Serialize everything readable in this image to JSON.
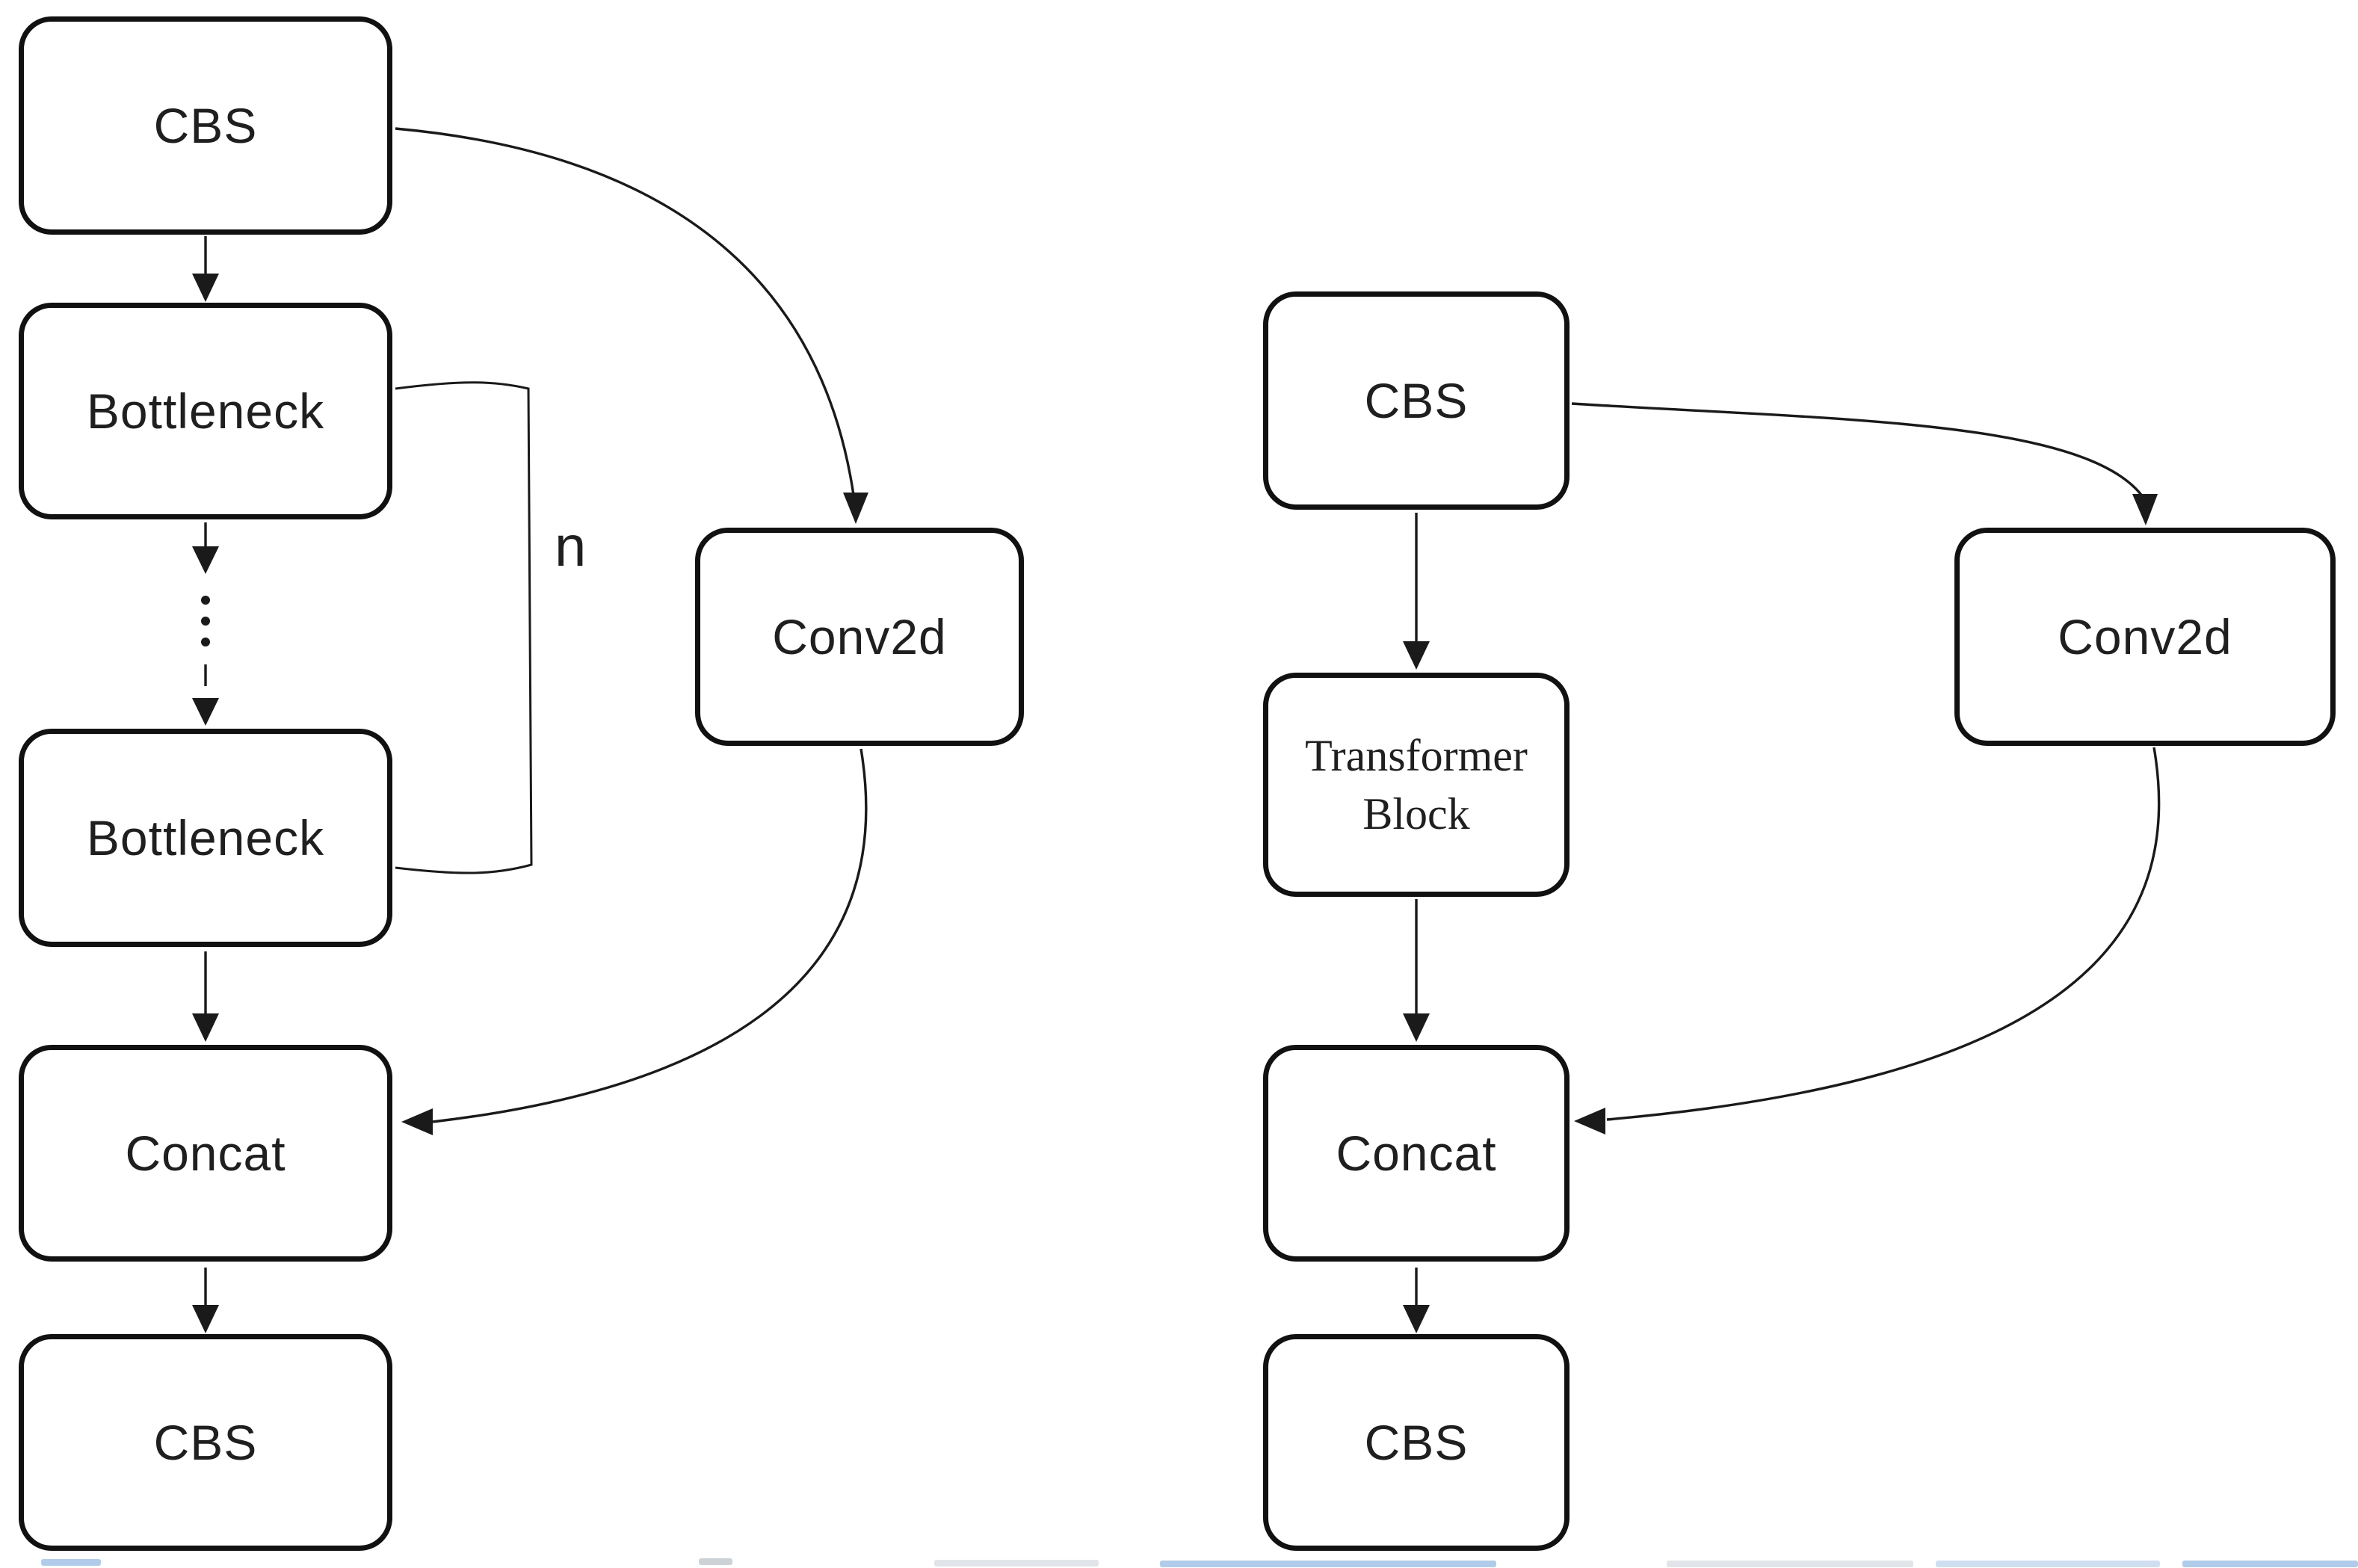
{
  "figure": {
    "background": "#ffffff",
    "line_color": "#1a1a1a",
    "node_border_color": "#111111",
    "node_fill": "#ffffff",
    "artifact_blue": "#a9c7e8",
    "artifact_gray": "#c8cdd3"
  },
  "left_module": {
    "cbs_top": "CBS",
    "bottleneck_1": "Bottleneck",
    "bottleneck_2": "Bottleneck",
    "conv2d": "Conv2d",
    "concat": "Concat",
    "cbs_bottom": "CBS",
    "repeat_label": "n"
  },
  "right_module": {
    "cbs_top": "CBS",
    "transformer_line1": "Transformer",
    "transformer_line2": "Block",
    "conv2d": "Conv2d",
    "concat": "Concat",
    "cbs_bottom": "CBS"
  }
}
